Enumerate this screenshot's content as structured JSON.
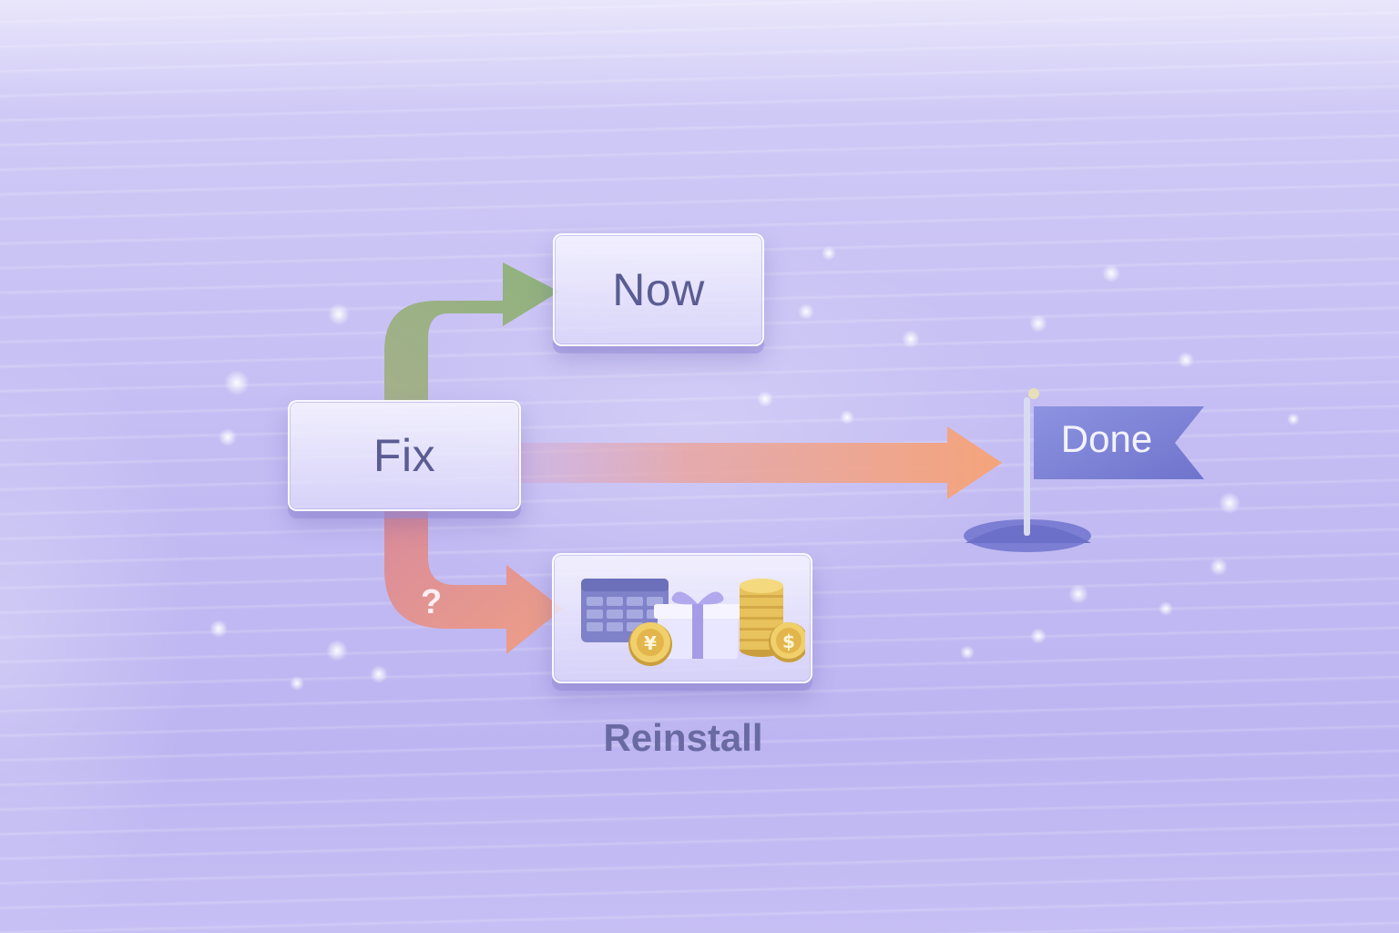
{
  "nodes": {
    "now": "Now",
    "fix": "Fix",
    "done": "Done",
    "reinstall": "Reinstall"
  },
  "question_mark": "?",
  "icons": [
    "calendar-grid-icon",
    "gift-box-icon",
    "yen-coin-icon",
    "coin-stack-icon",
    "dollar-coin-icon",
    "flag-icon"
  ],
  "colors": {
    "arrow_now": "#9bb08a",
    "arrow_done": "#f3a47f",
    "arrow_reinstall": "#e39a9c",
    "flag": "#7f85d8",
    "text": "#5a5c93"
  }
}
